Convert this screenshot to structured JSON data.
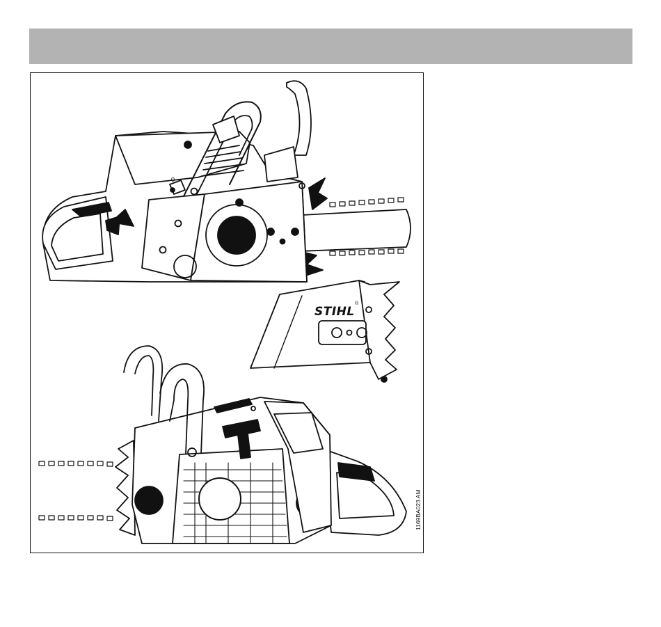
{
  "document": {
    "header_band_color": "#b3b3b3"
  },
  "figure": {
    "code": "1169BA023 AM",
    "brand_logo": "STIHL",
    "trademark": "®",
    "panel_symbol": "0",
    "icons": [
      "chainsaw-side-view-illustration",
      "chainsaw-rear-view-illustration",
      "sprocket-cover-illustration"
    ]
  }
}
